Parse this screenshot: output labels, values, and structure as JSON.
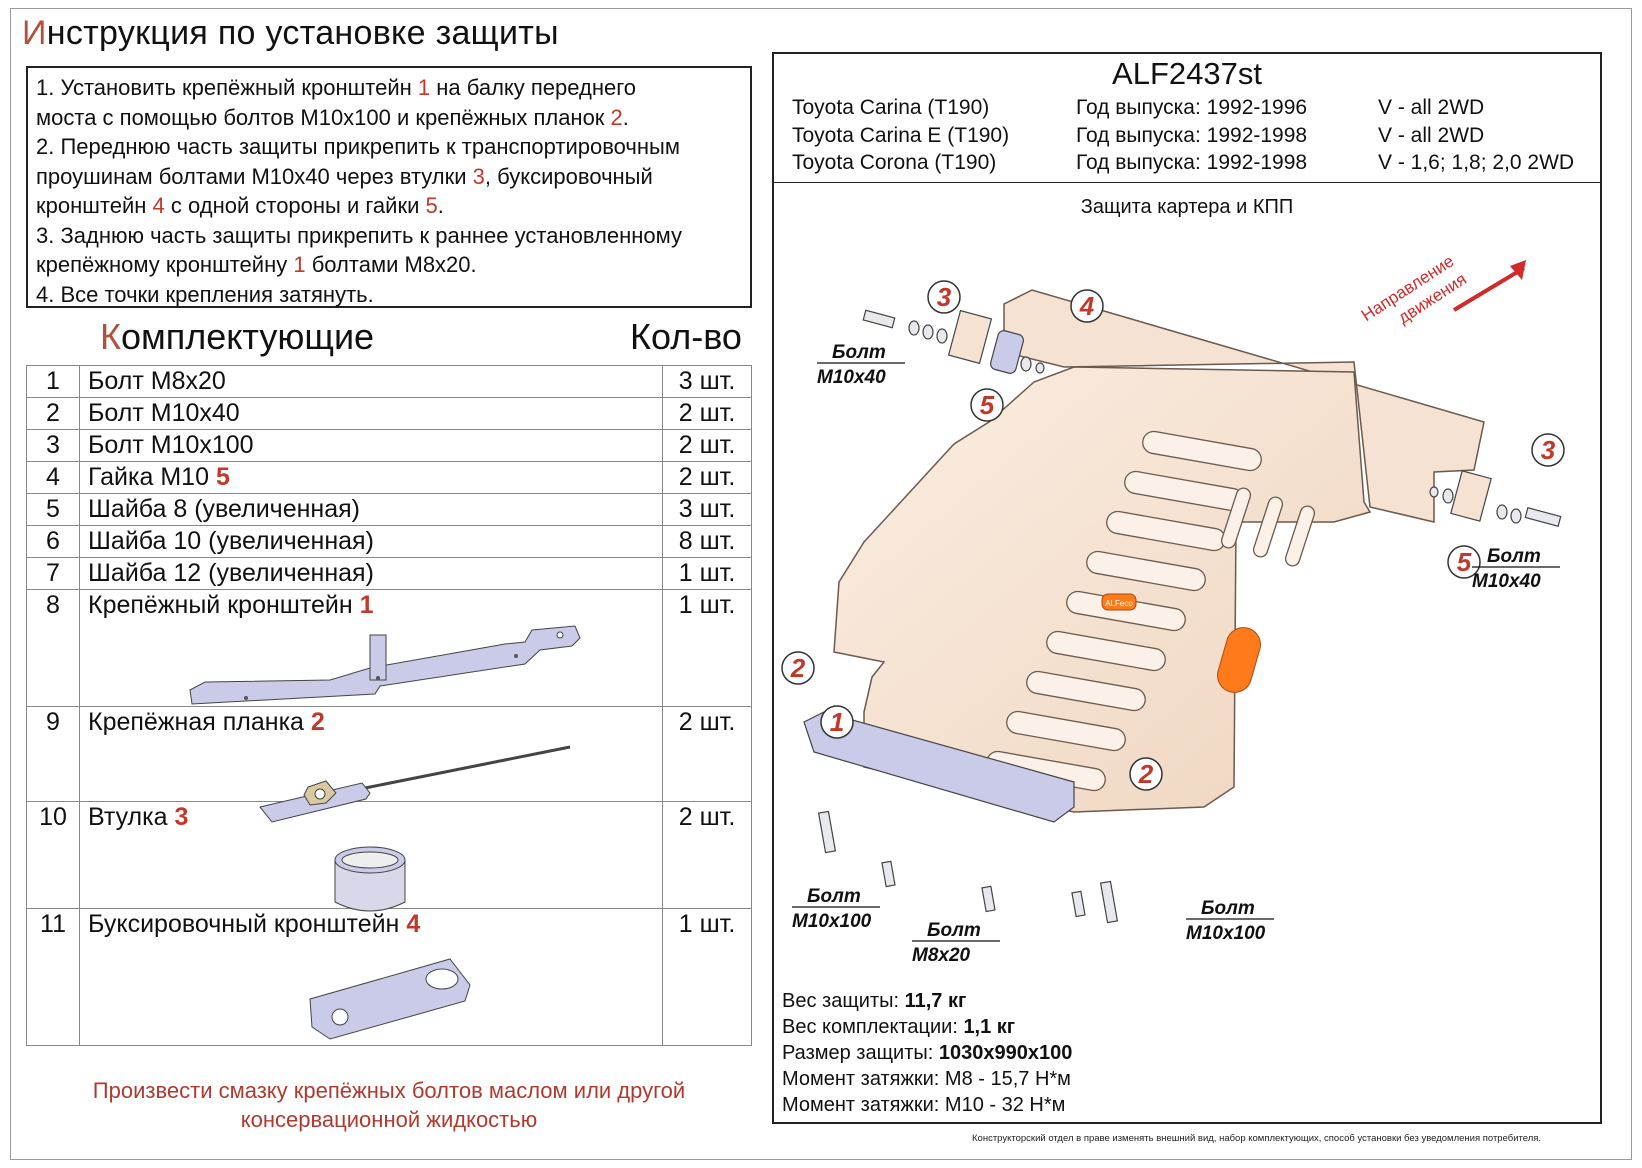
{
  "title": {
    "first_letter": "И",
    "rest": "нструкция по установке защиты"
  },
  "instructions": [
    [
      {
        "t": "1. Установить крепёжный кронштейн "
      },
      {
        "t": "1",
        "red": true
      },
      {
        "t": " на балку переднего"
      }
    ],
    [
      {
        "t": "моста с помощью болтов М10х100 и крепёжных планок "
      },
      {
        "t": "2",
        "red": true
      },
      {
        "t": "."
      }
    ],
    [
      {
        "t": "2. Переднюю часть защиты прикрепить к транспортировочным"
      }
    ],
    [
      {
        "t": "проушинам болтами М10х40 через втулки "
      },
      {
        "t": "3",
        "red": true
      },
      {
        "t": ", буксировочный"
      }
    ],
    [
      {
        "t": "кронштейн "
      },
      {
        "t": "4",
        "red": true
      },
      {
        "t": " с одной стороны и гайки "
      },
      {
        "t": "5",
        "red": true
      },
      {
        "t": "."
      }
    ],
    [
      {
        "t": "3. Заднюю часть защиты прикрепить к раннее установленному"
      }
    ],
    [
      {
        "t": "крепёжному кронштейну "
      },
      {
        "t": "1",
        "red": true
      },
      {
        "t": " болтами М8х20."
      }
    ],
    [
      {
        "t": "4. Все точки крепления затянуть."
      }
    ]
  ],
  "kit": {
    "title_first": "К",
    "title_rest": "омплектующие",
    "qty_header": "Кол-во"
  },
  "parts": [
    {
      "num": "1",
      "name": "Болт М8х20",
      "ref": "",
      "qty": "3 шт.",
      "tall": false
    },
    {
      "num": "2",
      "name": "Болт М10х40",
      "ref": "",
      "qty": "2 шт.",
      "tall": false
    },
    {
      "num": "3",
      "name": "Болт М10х100",
      "ref": "",
      "qty": "2 шт.",
      "tall": false
    },
    {
      "num": "4",
      "name": "Гайка М10",
      "ref": "5",
      "qty": "2 шт.",
      "tall": false
    },
    {
      "num": "5",
      "name": "Шайба 8 (увеличенная)",
      "ref": "",
      "qty": "3 шт.",
      "tall": false
    },
    {
      "num": "6",
      "name": "Шайба 10 (увеличенная)",
      "ref": "",
      "qty": "8 шт.",
      "tall": false
    },
    {
      "num": "7",
      "name": "Шайба 12 (увеличенная)",
      "ref": "",
      "qty": "1 шт.",
      "tall": false
    },
    {
      "num": "8",
      "name": "Крепёжный кронштейн",
      "ref": "1",
      "qty": "1 шт.",
      "tall": true,
      "img": "bracket"
    },
    {
      "num": "9",
      "name": "Крепёжная планка",
      "ref": "2",
      "qty": "2 шт.",
      "tall": true,
      "img": "plate"
    },
    {
      "num": "10",
      "name": "Втулка",
      "ref": "3",
      "qty": "2 шт.",
      "tall": true,
      "img": "sleeve"
    },
    {
      "num": "11",
      "name": "Буксировочный кронштейн",
      "ref": "4",
      "qty": "1 шт.",
      "tall": true,
      "img": "tow"
    }
  ],
  "bottom_note": [
    "Произвести смазку крепёжных болтов маслом или другой",
    "консервационной жидкостью"
  ],
  "model_code": "ALF2437st",
  "vehicles": [
    {
      "model": "Toyota Carina (T190)",
      "years": "Год выпуска: 1992-1996",
      "engine": "V - all 2WD"
    },
    {
      "model": "Toyota Carina E (T190)",
      "years": "Год выпуска: 1992-1998",
      "engine": "V - all 2WD"
    },
    {
      "model": "Toyota Corona (T190)",
      "years": "Год выпуска: 1992-1998",
      "engine": "V - 1,6; 1,8; 2,0 2WD"
    }
  ],
  "diagram": {
    "title": "Защита картера и КПП",
    "direction_label": [
      "Направление",
      "движения"
    ],
    "callouts": [
      "3",
      "4",
      "5",
      "3",
      "5",
      "2",
      "1",
      "2"
    ],
    "bolt_labels": [
      {
        "l1": "Болт",
        "l2": "М10х40"
      },
      {
        "l1": "Болт",
        "l2": "М10х40"
      },
      {
        "l1": "Болт",
        "l2": "М10х100"
      },
      {
        "l1": "Болт",
        "l2": "М8х20"
      },
      {
        "l1": "Болт",
        "l2": "М10х100"
      }
    ],
    "logo_text": "ALFeco"
  },
  "specs": [
    {
      "label": "Вес защиты: ",
      "value": "11,7 кг",
      "bold": true
    },
    {
      "label": "Вес комплектации: ",
      "value": "1,1 кг",
      "bold": true
    },
    {
      "label": "Размер защиты: ",
      "value": "1030х990х100",
      "bold": true
    },
    {
      "label": "Момент затяжки: ",
      "value": "М8 - 15,7 Н*м",
      "bold": false
    },
    {
      "label": "Момент затяжки: ",
      "value": "М10 - 32 Н*м",
      "bold": false
    }
  ],
  "footnote": "Конструкторский отдел в праве изменять внешний вид, набор комплектующих, способ установки без уведомления потребителя.",
  "colors": {
    "accent_red": "#c0392b",
    "plate_fill": "#f6e6d8",
    "part_fill": "#c9cbe8",
    "label_orange": "#ff7a1a"
  }
}
